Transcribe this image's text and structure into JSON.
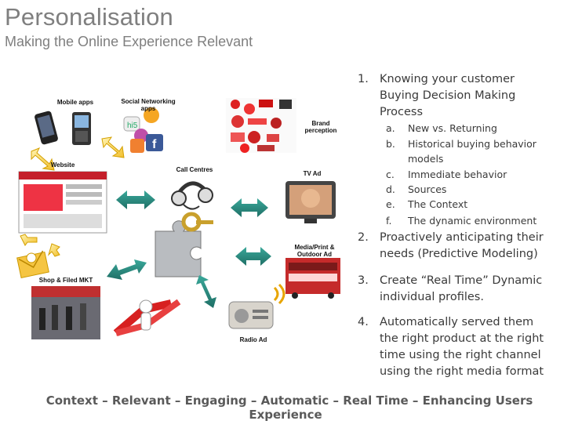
{
  "title": "Personalisation",
  "subtitle": "Making the Online Experience Relevant",
  "diagram": {
    "labels": {
      "mobile_apps": "Mobile apps",
      "social_networking": "Social Networking apps",
      "brand_perception": "Brand perception",
      "website": "Website",
      "call_centres": "Call Centres",
      "tv_ad": "TV Ad",
      "media_print": "Media/Print & Outdoor Ad",
      "shop": "Shop & Filed MKT",
      "radio_ad": "Radio Ad"
    }
  },
  "list": [
    {
      "num": "1.",
      "text": "Knowing your customer Buying Decision Making Process",
      "sub": [
        {
          "num": "a.",
          "text": "New vs. Returning"
        },
        {
          "num": "b.",
          "text": "Historical buying behavior models"
        },
        {
          "num": "c.",
          "text": "Immediate behavior"
        },
        {
          "num": "d.",
          "text": "Sources"
        },
        {
          "num": "e.",
          "text": "The Context"
        },
        {
          "num": "f.",
          "text": "The dynamic environment"
        }
      ]
    },
    {
      "num": "2.",
      "text": "Proactively anticipating their needs (Predictive Modeling)"
    },
    {
      "num": "3.",
      "text": "Create “Real Time” Dynamic individual profiles."
    },
    {
      "num": "4.",
      "text": "Automatically served them the right product at the right time using the right channel using the right media format"
    }
  ],
  "footer": "Context – Relevant – Engaging – Automatic – Real Time – Enhancing Users Experience"
}
